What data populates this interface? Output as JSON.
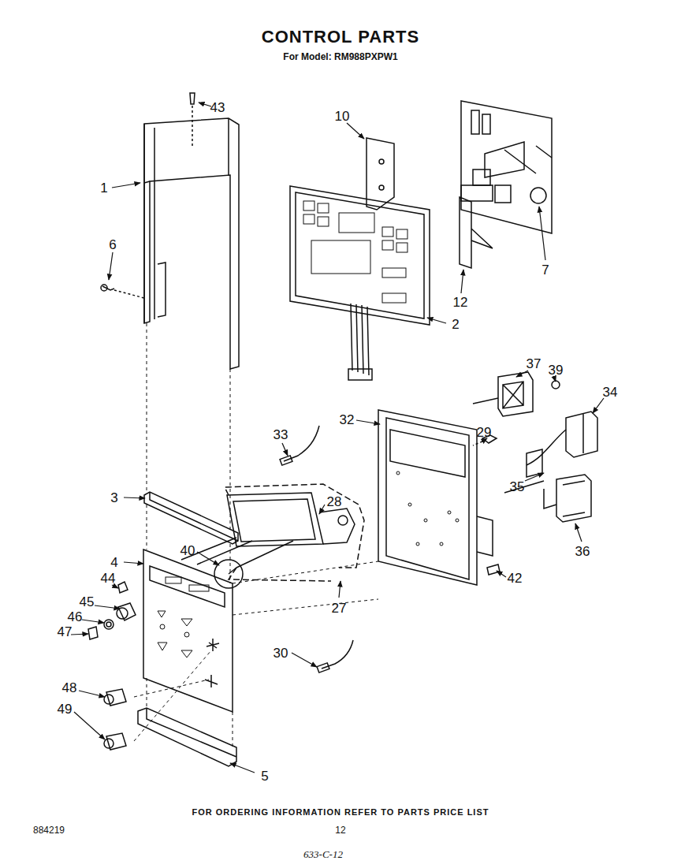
{
  "diagram": {
    "title": "CONTROL PARTS",
    "labels": [
      "For Model: RM988PXPW1",
      "43",
      "10",
      "1",
      "6",
      "7",
      "12",
      "2",
      "37",
      "39",
      "34",
      "33",
      "32",
      "29",
      "35",
      "3",
      "28",
      "36",
      "4",
      "40",
      "42",
      "44",
      "45",
      "46",
      "47",
      "27",
      "30",
      "48",
      "49",
      "5",
      "FOR ORDERING INFORMATION REFER TO PARTS PRICE LIST",
      "884219",
      "12",
      "633-C-12"
    ]
  }
}
